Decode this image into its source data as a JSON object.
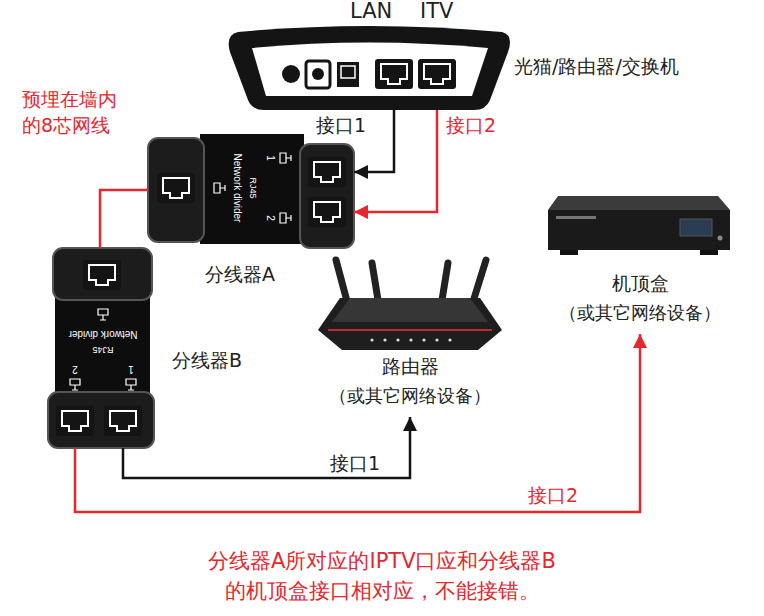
{
  "diagram": {
    "caption": "分线器A所对应的IPTV口应和分线器B的机顶盒接口相对应，不能接错。",
    "nodes": [
      {
        "text": [
          "光猫/路由器/交换机"
        ]
      },
      {
        "text": [
          "分线器A"
        ]
      },
      {
        "text": [
          "分线器B"
        ]
      },
      {
        "text": [
          "路由器",
          "（或其它网络设备）"
        ]
      },
      {
        "text": [
          "机顶盒",
          "（或其它网络设备）"
        ]
      }
    ],
    "edges": [
      {
        "from": 0,
        "to": 1,
        "arrow": "to",
        "label": "接口1"
      },
      {
        "from": 0,
        "to": 1,
        "arrow": "to",
        "label": "接口2"
      },
      {
        "from": 1,
        "to": 2,
        "arrow": "none",
        "label": "预埋在墙内的8芯网线"
      },
      {
        "from": 2,
        "to": 3,
        "arrow": "to",
        "label": "接口1"
      },
      {
        "from": 2,
        "to": 4,
        "arrow": "to",
        "label": "接口2"
      }
    ],
    "labels": [
      "LAN",
      "ITV",
      "1",
      "2",
      "RJ45",
      "Network divider",
      "1",
      "2",
      "RJ45",
      "Network divider"
    ]
  }
}
